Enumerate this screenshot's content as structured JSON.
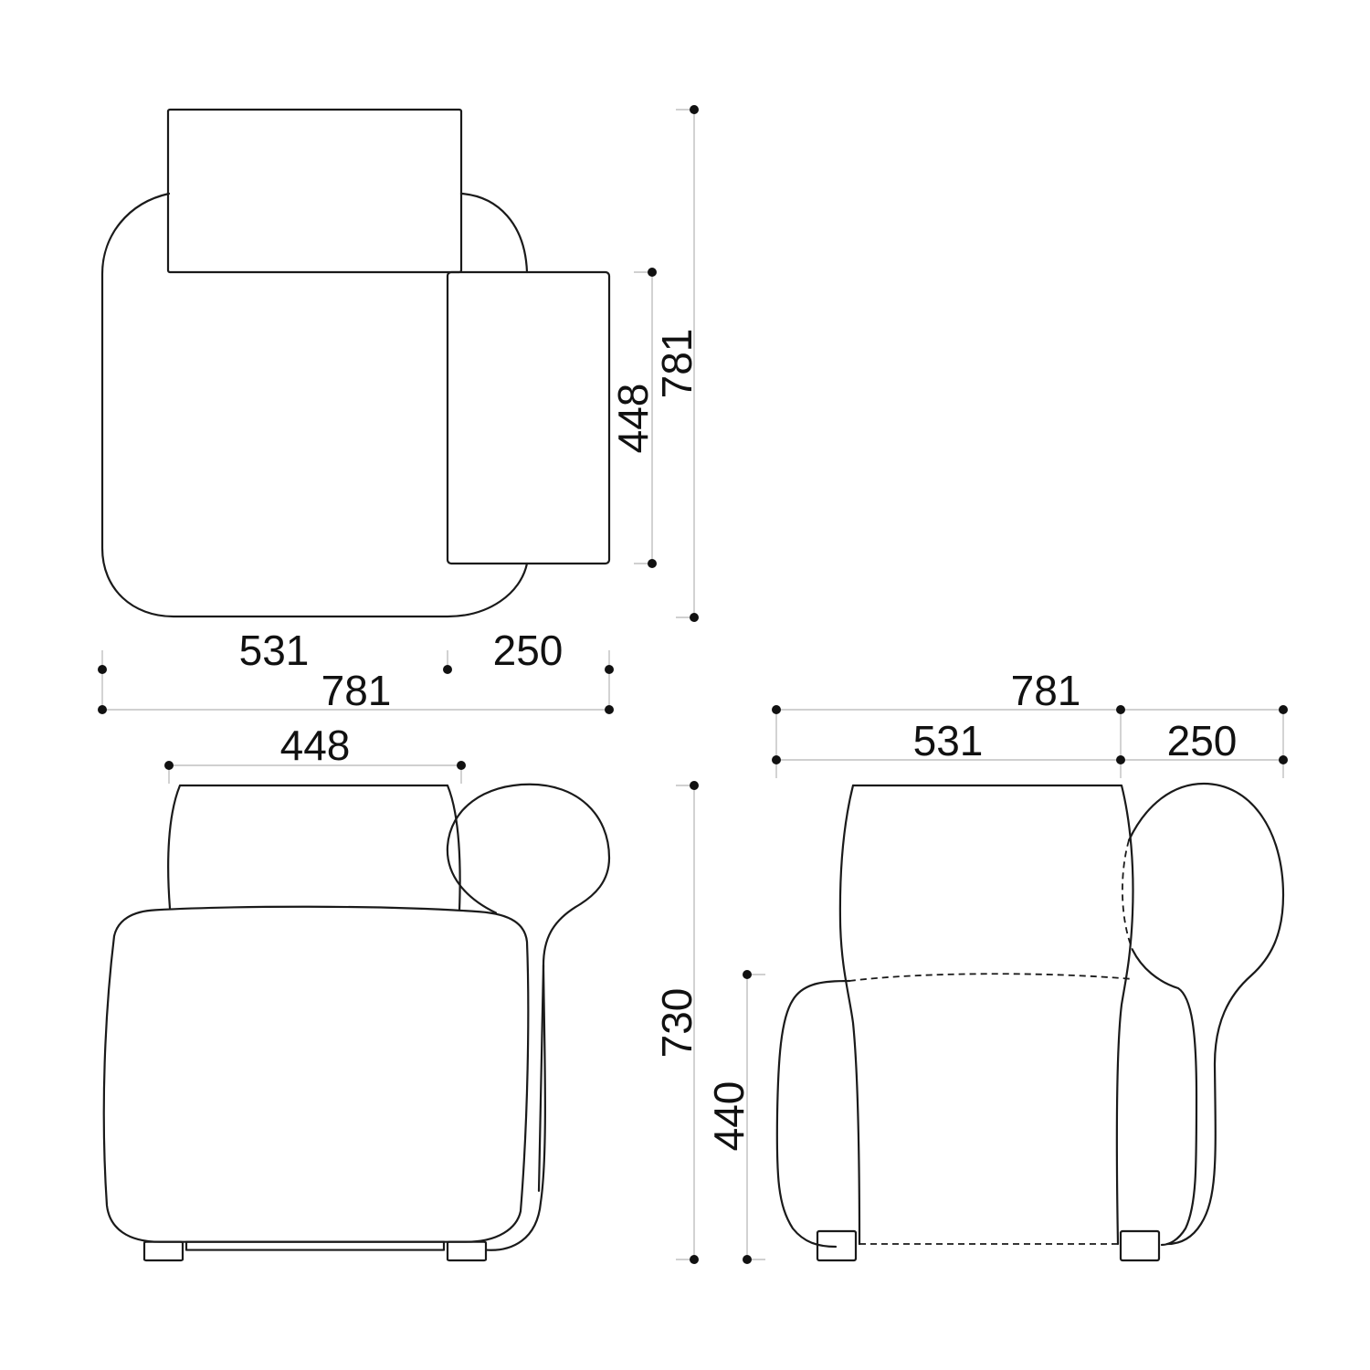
{
  "colors": {
    "line": "#1a1a1a",
    "dimension_line": "#b5b5b5",
    "background": "#ffffff"
  },
  "top_view": {
    "depth_total": "781",
    "armrest_length": "448",
    "width_seat": "531",
    "width_arm": "250",
    "width_total": "781"
  },
  "front_view": {
    "backrest_width": "448"
  },
  "side_view": {
    "width_total": "781",
    "width_seat": "531",
    "width_arm": "250",
    "height_total": "730",
    "seat_height": "440"
  }
}
